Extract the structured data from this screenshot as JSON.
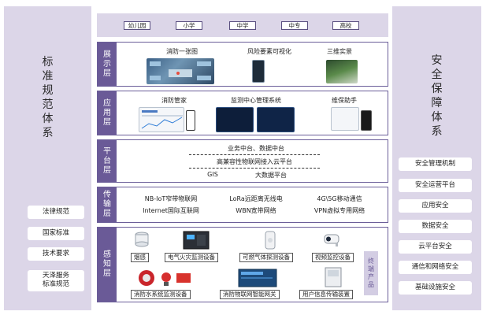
{
  "left_panel": {
    "title_chars": [
      "标",
      "准",
      "规",
      "范",
      "体",
      "系"
    ],
    "items": [
      {
        "lines": [
          "法律规范"
        ]
      },
      {
        "lines": [
          "国家标准"
        ]
      },
      {
        "lines": [
          "技术要求"
        ]
      },
      {
        "lines": [
          "天泽服务",
          "标准规范"
        ]
      }
    ]
  },
  "right_panel": {
    "title_chars": [
      "安",
      "全",
      "保",
      "障",
      "体",
      "系"
    ],
    "items": [
      "安全管理机制",
      "安全运营平台",
      "应用安全",
      "数据安全",
      "云平台安全",
      "通信和网络安全",
      "基础设施安全"
    ]
  },
  "stages": [
    "幼儿园",
    "小学",
    "中学",
    "中专",
    "高校"
  ],
  "layers": {
    "display": {
      "label": [
        "展",
        "示",
        "层"
      ],
      "columns": [
        "消防一张图",
        "风险要素可视化",
        "三维实景"
      ]
    },
    "application": {
      "label": [
        "应",
        "用",
        "层"
      ],
      "columns": [
        "消防管家",
        "监测中心管理系统",
        "维保助手"
      ]
    },
    "platform": {
      "label": [
        "平",
        "台",
        "层"
      ],
      "lines": [
        "业务中台、数据中台",
        "高兼容性物联网接入云平台",
        "GIS",
        "大数据平台"
      ]
    },
    "transport": {
      "label": [
        "传",
        "输",
        "层"
      ],
      "items": [
        "NB-IoT窄带物联网",
        "LoRa远距离无线电",
        "4G\\5G移动通信",
        "Internet国际互联网",
        "WBN宽带网络",
        "VPN虚拟专用网络"
      ]
    },
    "perception": {
      "label": [
        "感",
        "知",
        "层"
      ],
      "devices_row1": [
        "烟感",
        "电气火灾监测设备",
        "可燃气体探测设备",
        "视频监控设备"
      ],
      "devices_row2": [
        "消防水系统监测设备",
        "消防物联网智能网关",
        "用户信息传输装置"
      ],
      "terminal": [
        "终",
        "端",
        "产",
        "品"
      ]
    }
  },
  "colors": {
    "panel_bg": "#dcd6e8",
    "label_bg": "#6a5a97",
    "border": "#6b5e99"
  }
}
